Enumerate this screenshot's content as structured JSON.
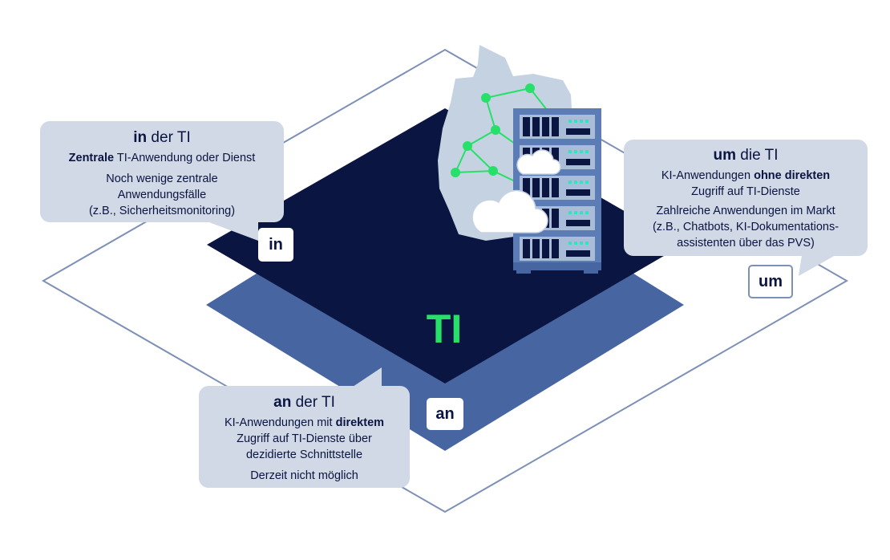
{
  "center_label": "TI",
  "tags": {
    "in": "in",
    "an": "an",
    "um": "um"
  },
  "in_box": {
    "title_bold": "in",
    "title_rest": " der TI",
    "line1_bold": "Zentrale",
    "line1_rest": " TI-Anwendung oder Dienst",
    "line2": "Noch wenige zentrale",
    "line3": "Anwendungsfälle",
    "line4": "(z.B., Sicherheitsmonitoring)"
  },
  "um_box": {
    "title_bold": "um",
    "title_rest": " die TI",
    "line1_pre": "KI-Anwendungen ",
    "line1_bold": "ohne direkten",
    "line2": "Zugriff auf TI-Dienste",
    "line3": "Zahlreiche Anwendungen im Markt",
    "line4": "(z.B., Chatbots, KI-Dokumentations-",
    "line5": "assistenten über das PVS)"
  },
  "an_box": {
    "title_bold": "an",
    "title_rest": " der TI",
    "line1_pre": "KI-Anwendungen mit ",
    "line1_bold": "direktem",
    "line2": "Zugriff auf TI-Dienste über",
    "line3": "dezidierte Schnittstelle",
    "line4": "Derzeit nicht möglich"
  },
  "colors": {
    "navy": "#0b1541",
    "mid_blue": "#4766a1",
    "outline": "#7d90b6",
    "map": "#c5d2e2",
    "bubble": "#d0d9e5",
    "accent_green": "#27e06a",
    "server": "#5b7cb5"
  }
}
